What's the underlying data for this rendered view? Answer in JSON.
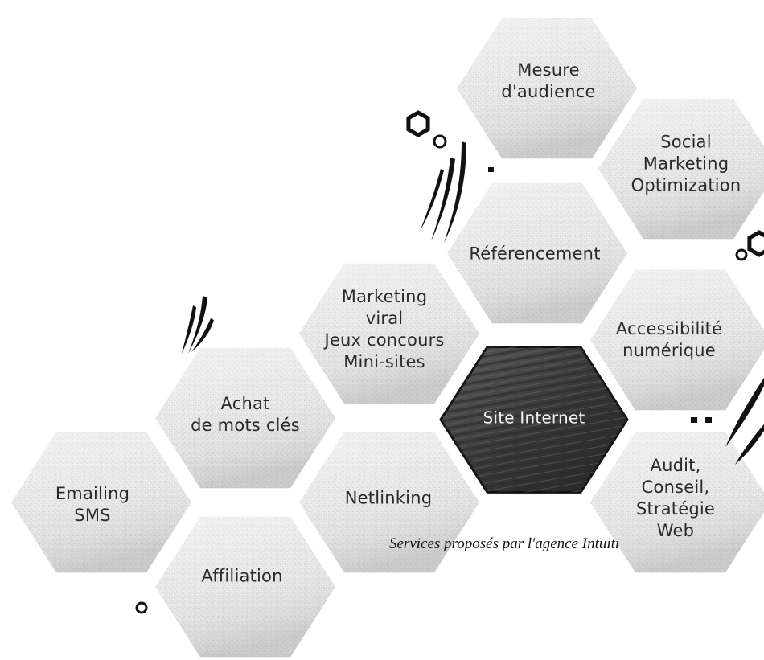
{
  "diagram": {
    "top_clipped_text": "",
    "center": {
      "label": "Site Internet"
    },
    "services": [
      {
        "id": "mesure",
        "label": "Mesure\nd'audience"
      },
      {
        "id": "social",
        "label": "Social\nMarketing\nOptimization"
      },
      {
        "id": "referencement",
        "label": "Référencement"
      },
      {
        "id": "marketing",
        "label": "Marketing\nviral\nJeux concours\nMini-sites"
      },
      {
        "id": "accessibilite",
        "label": "Accessibilité\nnumérique"
      },
      {
        "id": "achat",
        "label": "Achat\nde mots clés"
      },
      {
        "id": "emailing",
        "label": "Emailing\nSMS"
      },
      {
        "id": "netlinking",
        "label": "Netlinking"
      },
      {
        "id": "audit",
        "label": "Audit,\nConseil,\nStratégie Web"
      },
      {
        "id": "affiliation",
        "label": "Affiliation"
      }
    ],
    "caption": "Services proposés par l'agence Intuiti"
  },
  "colors": {
    "hex_fill_light": "#e6e6e6",
    "hex_fill_shade": "#cfcfcf",
    "hex_center_fill": "#3a3a3a",
    "hex_center_stroke": "#111111",
    "text": "#2a2a2a",
    "decoration": "#111111"
  }
}
